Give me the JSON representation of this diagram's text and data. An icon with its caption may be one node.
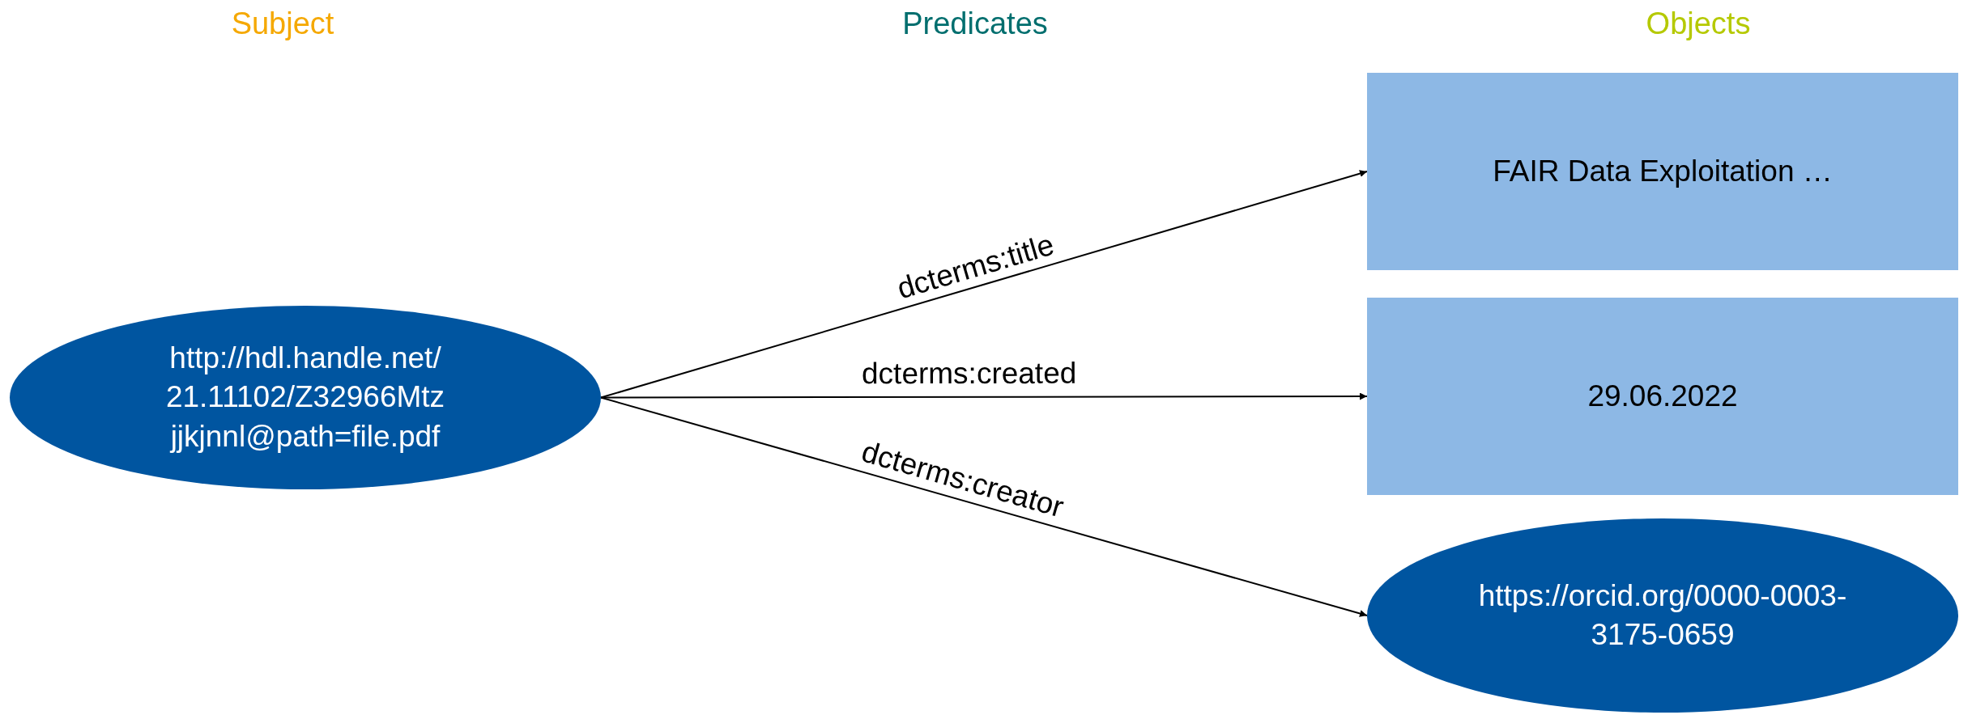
{
  "diagram": {
    "nodes": [
      {
        "text": [
          "http://hdl.handle.net/ 21.11102/Z32966Mtz jjkjnnl@path=file.pdf"
        ]
      },
      {
        "text": [
          "FAIR Data Exploitation …"
        ]
      },
      {
        "text": [
          "29.06.2022"
        ]
      },
      {
        "text": [
          "https://orcid.org/0000-0003-3175-0659"
        ]
      }
    ],
    "edges": [
      {
        "from": 0,
        "to": 1,
        "arrow": "to",
        "label": "dcterms:title"
      },
      {
        "from": 0,
        "to": 2,
        "arrow": "to",
        "label": "dcterms:created"
      },
      {
        "from": 0,
        "to": 3,
        "arrow": "to",
        "label": "dcterms:creator"
      }
    ],
    "labels": [
      "Subject",
      "Predicates",
      "Objects"
    ]
  }
}
